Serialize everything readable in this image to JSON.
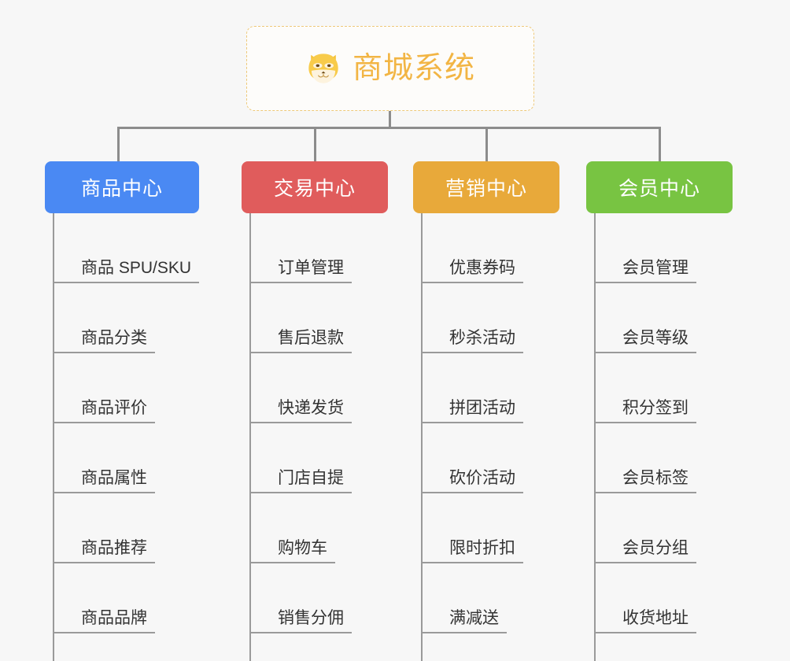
{
  "diagram": {
    "background_color": "#f7f7f7",
    "root": {
      "title": "商城系统",
      "icon": "shiba-dog-face-icon",
      "text_color": "#f2b544",
      "border_color": "#eec97a"
    },
    "connector_color": "#8c8c8c",
    "columns": [
      {
        "id": "product-center",
        "label": "商品中心",
        "color": "#4a89f3",
        "items": [
          "商品 SPU/SKU",
          "商品分类",
          "商品评价",
          "商品属性",
          "商品推荐",
          "商品品牌"
        ]
      },
      {
        "id": "trade-center",
        "label": "交易中心",
        "color": "#e05c5c",
        "items": [
          "订单管理",
          "售后退款",
          "快递发货",
          "门店自提",
          "购物车",
          "销售分佣"
        ]
      },
      {
        "id": "marketing-center",
        "label": "营销中心",
        "color": "#e8a93a",
        "items": [
          "优惠券码",
          "秒杀活动",
          "拼团活动",
          "砍价活动",
          "限时折扣",
          "满减送"
        ]
      },
      {
        "id": "member-center",
        "label": "会员中心",
        "color": "#78c442",
        "items": [
          "会员管理",
          "会员等级",
          "积分签到",
          "会员标签",
          "会员分组",
          "收货地址"
        ]
      }
    ]
  }
}
